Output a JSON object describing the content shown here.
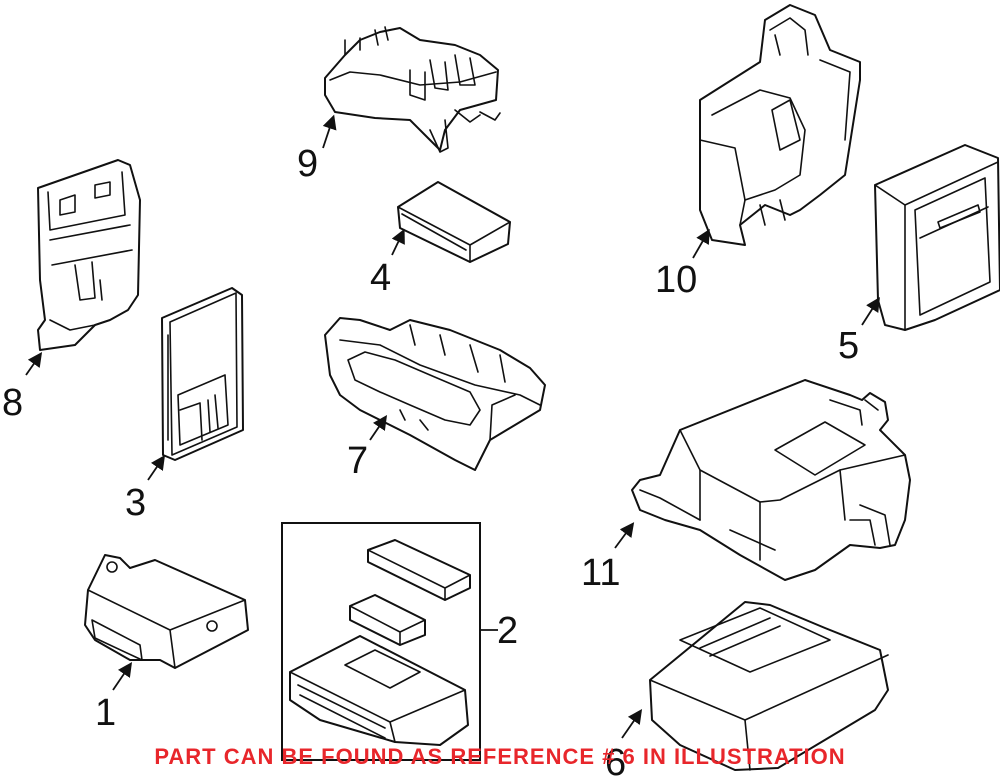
{
  "callouts": {
    "c1": "1",
    "c2": "2",
    "c3": "3",
    "c4": "4",
    "c5": "5",
    "c6": "6",
    "c7": "7",
    "c8": "8",
    "c9": "9",
    "c10": "10",
    "c11": "11"
  },
  "notice": {
    "text": "PART CAN BE FOUND AS REFERENCE # 6 IN ILLUSTRATION",
    "color": "#e8262b"
  },
  "colors": {
    "line": "#111111",
    "background": "#ffffff"
  }
}
